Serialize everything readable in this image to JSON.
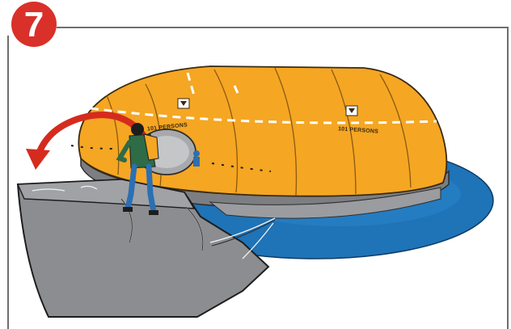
{
  "step": {
    "number": "7"
  },
  "raft": {
    "capacity_label_1": "101 PERSONS",
    "capacity_label_2": "101 PERSONS"
  },
  "colors": {
    "badge": "#d9302a",
    "canopy": "#f5a623",
    "water": "#1f73b7",
    "hull": "#8b8d90",
    "arrow": "#d52b1e",
    "jacket": "#2e6b47",
    "trousers": "#2c6fb3"
  },
  "icons": {
    "badge": "step-number-badge",
    "arrow": "curved-arrow-icon",
    "person": "boarding-person-figure"
  }
}
